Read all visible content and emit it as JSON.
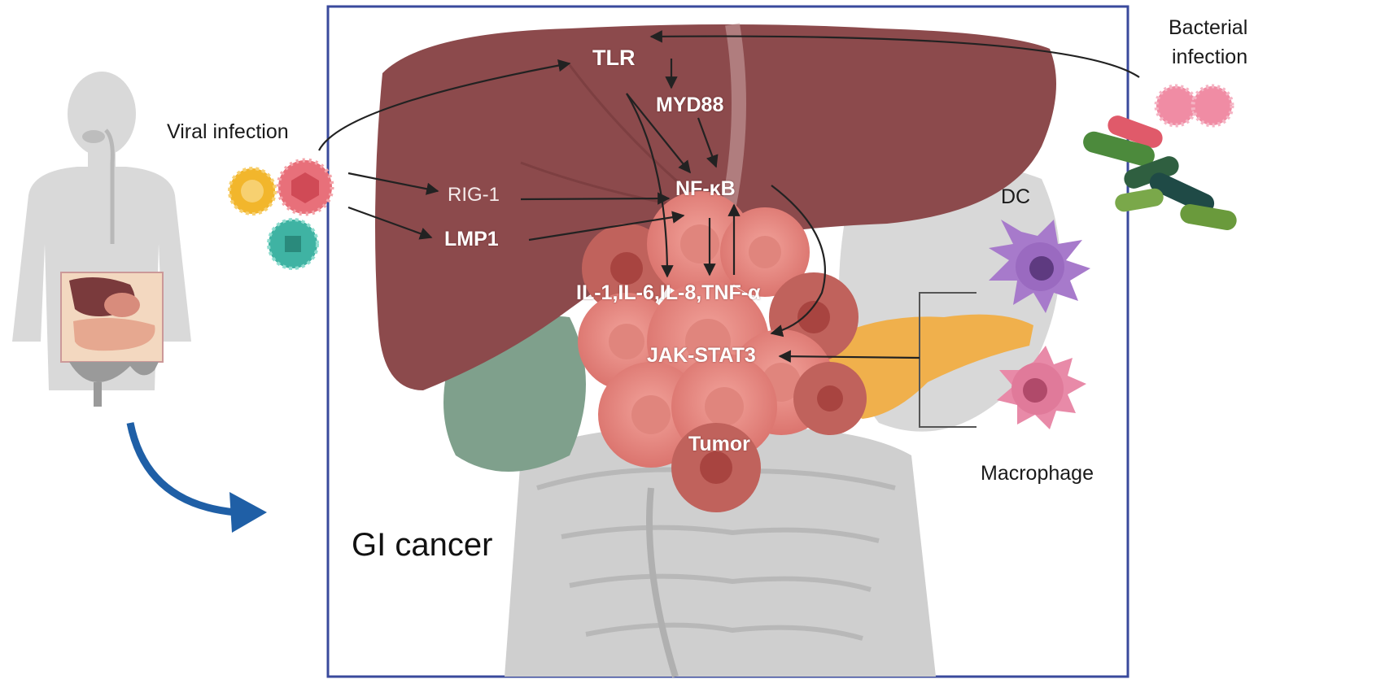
{
  "figure": {
    "colors": {
      "frame": "#3a4a9c",
      "liver": "#8c4a4c",
      "liver_dark": "#6e3436",
      "tumor": "#e88a84",
      "tumor_dark": "#b9544f",
      "gallbladder": "#6f9a82",
      "pancreas": "#f0b04c",
      "intestine": "#cfcfcf",
      "body_silhouette": "#d6d6d6",
      "arrow": "#222222",
      "flow_arrow": "#1f5fa6",
      "dc": "#9a6ac0",
      "macrophage": "#e07a9a",
      "virus_red": "#e8707a",
      "virus_yellow": "#f2b62c",
      "virus_teal": "#3fb3a3",
      "bacteria_green": "#4c8a3c"
    },
    "icons": [
      "human-body-icon",
      "virus-icon",
      "bacteria-icon",
      "dendritic-cell-icon",
      "macrophage-icon",
      "tumor-icon",
      "liver-icon",
      "intestine-icon",
      "pancreas-icon"
    ],
    "labels": {
      "viral_infection": "Viral infection",
      "bacterial_infection_line1": "Bacterial",
      "bacterial_infection_line2": "infection",
      "tlr": "TLR",
      "myd88": "MYD88",
      "nfkb": "NF-κB",
      "rig1": "RIG-1",
      "lmp1": "LMP1",
      "cytokines": "IL-1,IL-6,IL-8,TNF-α",
      "jak_stat3": "JAK-STAT3",
      "tumor": "Tumor",
      "dc": "DC",
      "macrophage": "Macrophage",
      "gi_cancer": "GI cancer"
    }
  }
}
